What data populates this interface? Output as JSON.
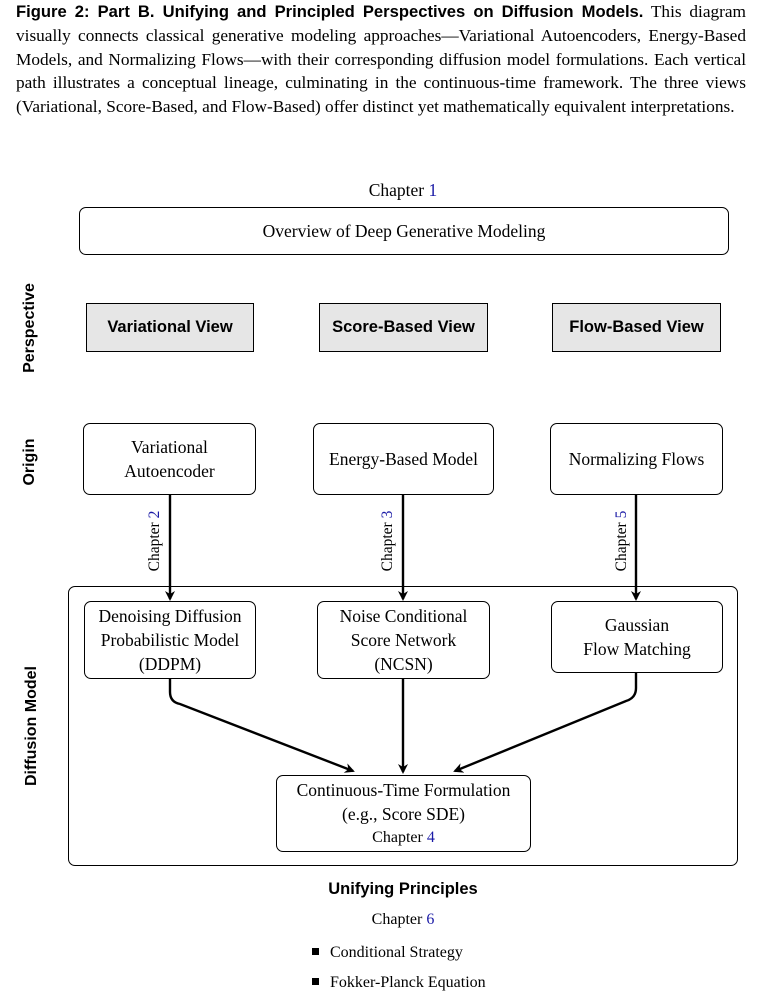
{
  "caption": {
    "label": "Figure 2: Part B. Unifying and Principled Perspectives on Diffusion Models.",
    "text": "This diagram visually connects classical generative modeling approaches—Variational Autoencoders, Energy-Based Models, and Normalizing Flows—with their corresponding diffusion model formulations. Each vertical path illustrates a conceptual lineage, culminating in the continuous-time framework. The three views (Variational, Score-Based, and Flow-Based) offer distinct yet mathematically equivalent interpretations."
  },
  "top": {
    "chapter_word": "Chapter",
    "chapter_num": "1",
    "overview": "Overview of Deep Generative Modeling"
  },
  "row_labels": {
    "perspective": "Perspective",
    "origin": "Origin",
    "diffusion": "Diffusion Model"
  },
  "perspectives": [
    "Variational View",
    "Score-Based View",
    "Flow-Based View"
  ],
  "origins": [
    {
      "line1": "Variational",
      "line2": "Autoencoder"
    },
    {
      "line1": "Energy-Based Model",
      "line2": ""
    },
    {
      "line1": "Normalizing Flows",
      "line2": ""
    }
  ],
  "edge_chapters": [
    {
      "word": "Chapter",
      "num": "2"
    },
    {
      "word": "Chapter",
      "num": "3"
    },
    {
      "word": "Chapter",
      "num": "5"
    }
  ],
  "diffusion_models": [
    {
      "line1": "Denoising Diffusion",
      "line2": "Probabilistic Model",
      "line3": "(DDPM)"
    },
    {
      "line1": "Noise Conditional",
      "line2": "Score Network",
      "line3": "(NCSN)"
    },
    {
      "line1": "Gaussian",
      "line2": "Flow Matching",
      "line3": ""
    }
  ],
  "continuous": {
    "line1": "Continuous-Time Formulation",
    "line2": "(e.g., Score SDE)",
    "chapter_word": "Chapter",
    "chapter_num": "4"
  },
  "unifying": {
    "title": "Unifying Principles",
    "chapter_word": "Chapter",
    "chapter_num": "6",
    "items": [
      "Conditional Strategy",
      "Fokker-Planck Equation"
    ]
  },
  "colors": {
    "link": "#1a1aa6",
    "perspective_fill": "#e6e6e6"
  }
}
